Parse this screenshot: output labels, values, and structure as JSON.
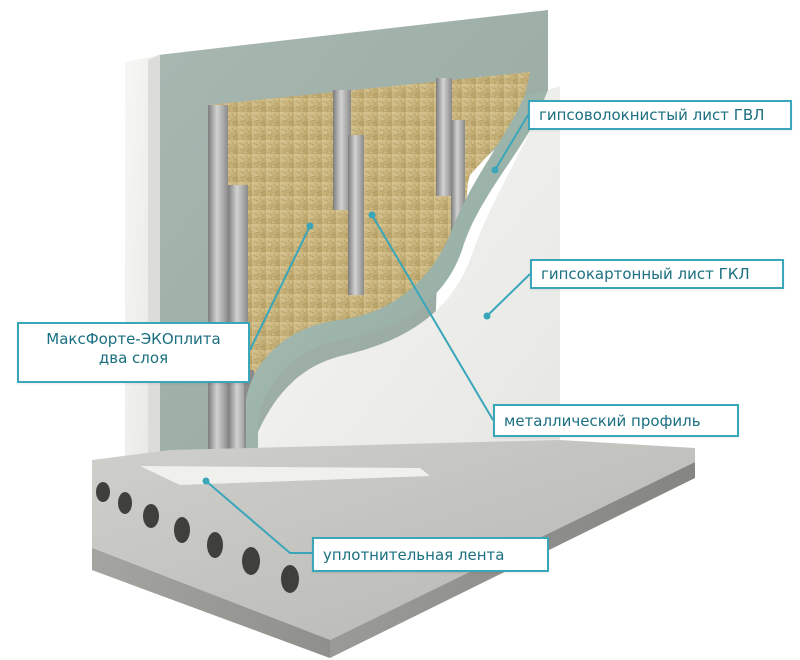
{
  "diagram": {
    "accent_color": "#3aa6b9",
    "text_color": "#1a6f80",
    "labels": {
      "gvl": "гипсоволокнистый лист ГВЛ",
      "gkl": "гипсокартонный лист ГКЛ",
      "maksforte_line1": "МаксФорте-ЭКОплита",
      "maksforte_line2": "два слоя",
      "profile": "металлический профиль",
      "tape": "уплотнительная лента"
    }
  }
}
